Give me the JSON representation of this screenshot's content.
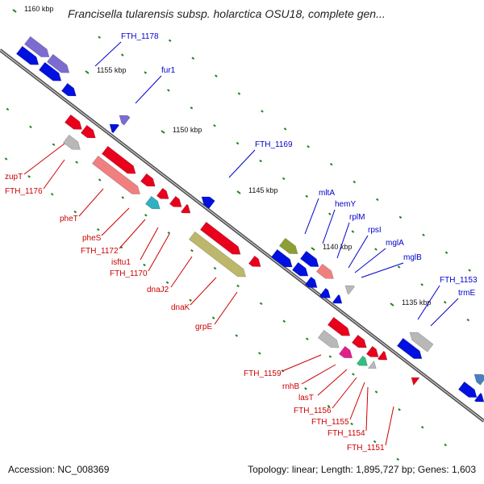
{
  "title": "Francisella tularensis subsp. holarctica OSU18, complete gen...",
  "footer": {
    "accession": "Accession: NC_008369",
    "summary": "Topology: linear; Length: 1,895,727 bp; Genes: 1,603"
  },
  "colors": {
    "red": "#e8001c",
    "salmon": "#f08080",
    "blue": "#0010e0",
    "gray": "#b8b8b8",
    "olive": "#8c9e34",
    "khaki": "#bdb76b",
    "purple": "#7c6cd0",
    "label_blue": "#0000cc",
    "label_red": "#cc0000",
    "tick": "#208020"
  },
  "scale_labels": [
    "1160 kbp",
    "1155 kbp",
    "1150 kbp",
    "1145 kbp",
    "1140 kbp",
    "1135 kbp"
  ],
  "labels_top": [
    "FTH_1178",
    "fur1",
    "FTH_1169",
    "mltA",
    "hemY",
    "rplM",
    "rpsI",
    "mglA",
    "mglB",
    "FTH_1153",
    "trmE"
  ],
  "labels_bottom": [
    "zupT",
    "FTH_1176",
    "pheT",
    "pheS",
    "FTH_1172",
    "isftu1",
    "FTH_1170",
    "dnaJ2",
    "dnaK",
    "grpE",
    "FTH_1159",
    "rnhB",
    "lasT",
    "FTH_1156",
    "FTH_1155",
    "FTH_1154",
    "FTH_1151"
  ]
}
